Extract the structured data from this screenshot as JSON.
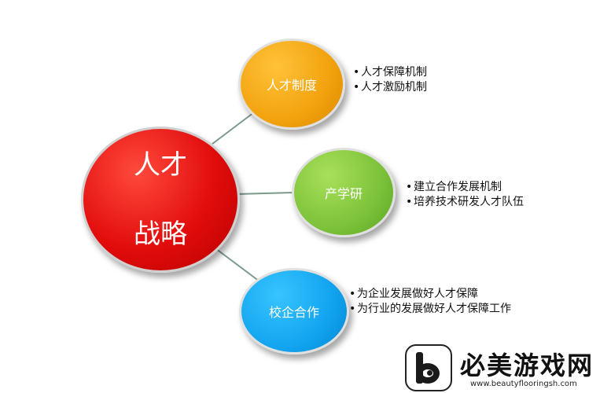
{
  "center": {
    "line1": "人才",
    "line2": "战略"
  },
  "nodes": [
    {
      "label": "人才制度",
      "color": "#f2a20d",
      "bullets": [
        "人才保障机制",
        "人才激励机制"
      ]
    },
    {
      "label": "产学研",
      "color": "#7cc23a",
      "bullets": [
        "建立合作发展机制",
        "培养技术研发人才队伍"
      ]
    },
    {
      "label": "校企合作",
      "color": "#12a4ef",
      "bullets": [
        "为企业发展做好人才保障",
        "为行业的发展做好人才保障工作"
      ]
    }
  ],
  "center_color": "#e10c0c",
  "bullet_symbol": "•",
  "watermark": {
    "title": "必美游戏网",
    "url": "www.beautyflooringsh.com",
    "logo_icon": "b-logo-icon"
  }
}
